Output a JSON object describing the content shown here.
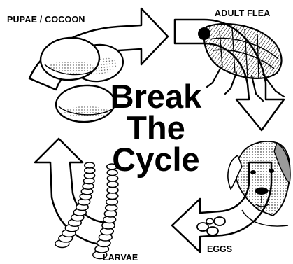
{
  "labels": {
    "pupae": "PUPAE / COCOON",
    "adult": "ADULT FLEA",
    "eggs": "EGGS",
    "larvae": "LARVAE"
  },
  "title": {
    "line1": "Break",
    "line2": "The",
    "line3": "Cycle"
  },
  "colors": {
    "ink": "#000000",
    "paper": "#ffffff",
    "shade": "#9a9a9a"
  }
}
